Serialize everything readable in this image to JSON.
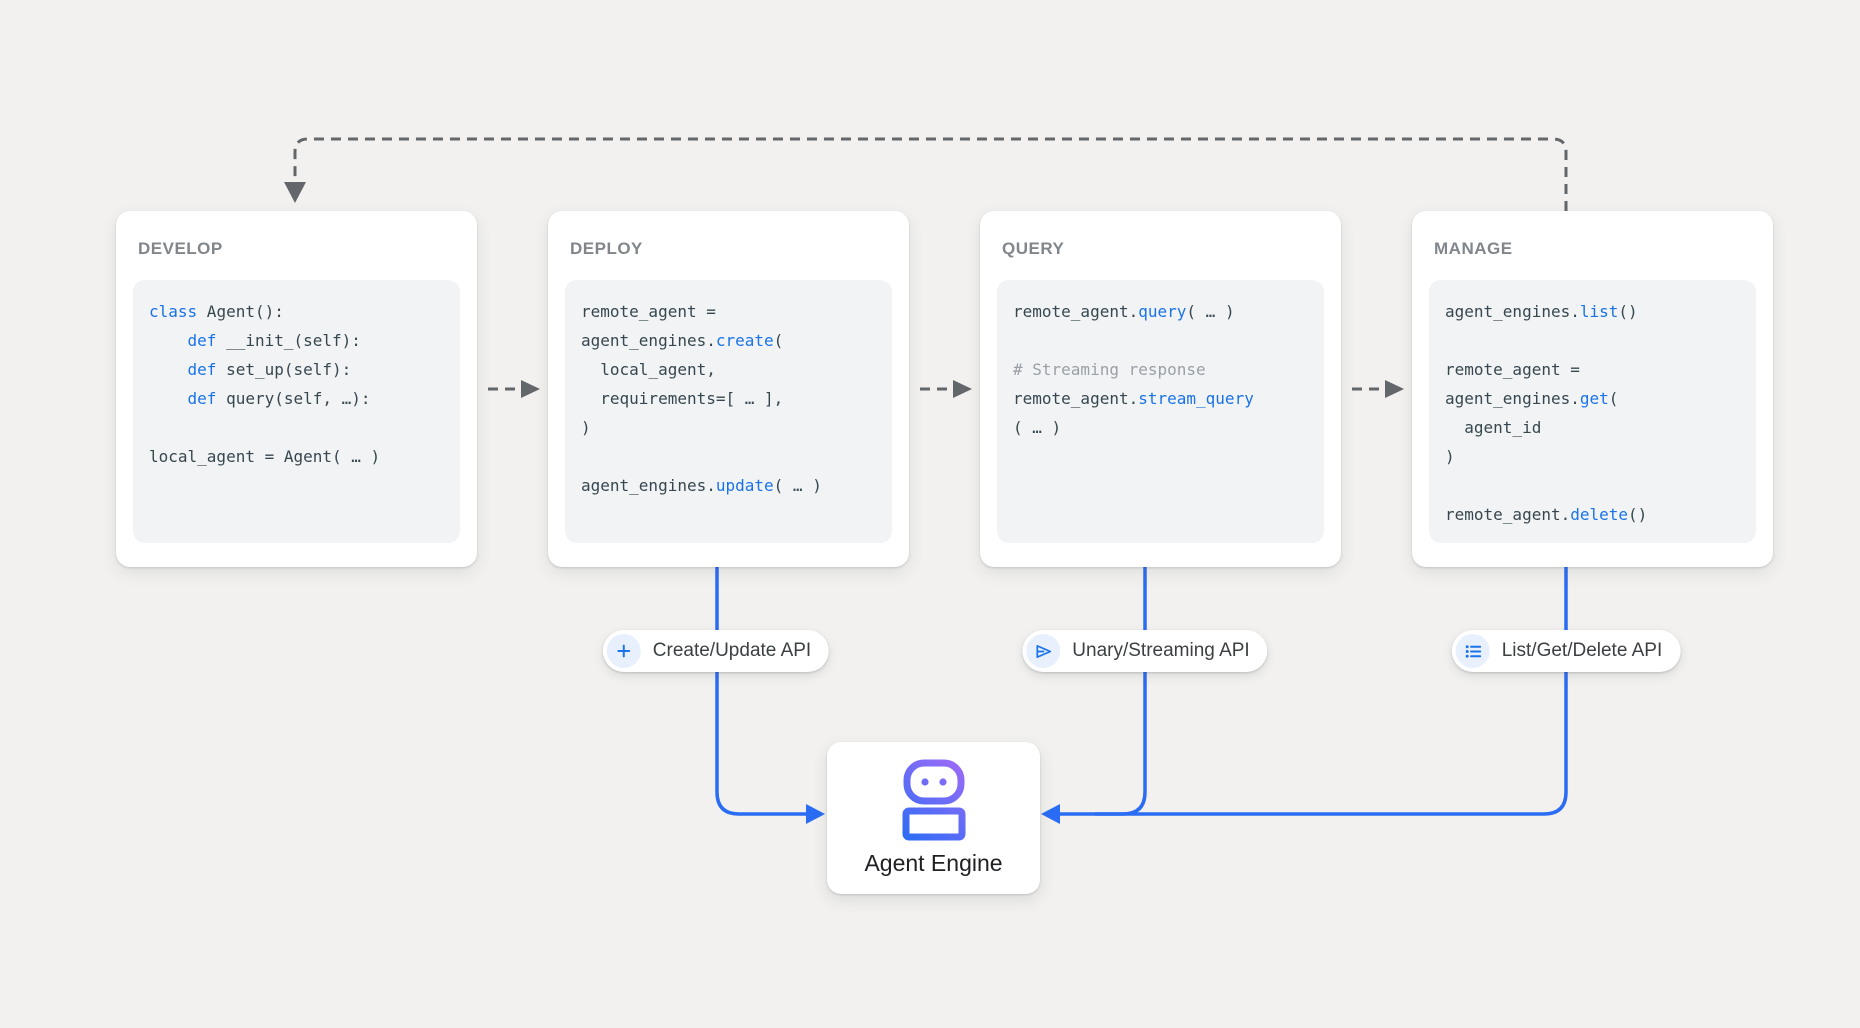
{
  "theme": {
    "background": "#f2f1ef",
    "card_bg": "#ffffff",
    "code_bg": "#f1f3f4",
    "title_color": "#80868b",
    "code_color": "#37474f",
    "keyword_color": "#1a73e8",
    "comment_color": "#9aa0a6",
    "connector_gray": "#63666a",
    "connector_blue": "#2a6df4",
    "pill_icon_bg": "#e8f0fe",
    "label_color": "#3c4043",
    "engine_label_color": "#202124",
    "robot_gradient_top": "#a26bf8",
    "robot_gradient_bottom": "#2a6df4"
  },
  "cards": [
    {
      "title": "DEVELOP",
      "code": [
        [
          {
            "c": "kw",
            "t": "class"
          },
          {
            "c": "tx",
            "t": " Agent():"
          }
        ],
        [
          {
            "c": "tx",
            "t": "    "
          },
          {
            "c": "kw",
            "t": "def"
          },
          {
            "c": "tx",
            "t": " __init_(self):"
          }
        ],
        [
          {
            "c": "tx",
            "t": "    "
          },
          {
            "c": "kw",
            "t": "def"
          },
          {
            "c": "tx",
            "t": " set_up(self):"
          }
        ],
        [
          {
            "c": "tx",
            "t": "    "
          },
          {
            "c": "kw",
            "t": "def"
          },
          {
            "c": "tx",
            "t": " query(self, …):"
          }
        ],
        [],
        [
          {
            "c": "tx",
            "t": "local_agent = Agent( … )"
          }
        ]
      ]
    },
    {
      "title": "DEPLOY",
      "code": [
        [
          {
            "c": "tx",
            "t": "remote_agent ="
          }
        ],
        [
          {
            "c": "tx",
            "t": "agent_engines."
          },
          {
            "c": "kw",
            "t": "create"
          },
          {
            "c": "tx",
            "t": "("
          }
        ],
        [
          {
            "c": "tx",
            "t": "  local_agent,"
          }
        ],
        [
          {
            "c": "tx",
            "t": "  requirements=[ … ],"
          }
        ],
        [
          {
            "c": "tx",
            "t": ")"
          }
        ],
        [],
        [
          {
            "c": "tx",
            "t": "agent_engines."
          },
          {
            "c": "kw",
            "t": "update"
          },
          {
            "c": "tx",
            "t": "( … )"
          }
        ]
      ]
    },
    {
      "title": "QUERY",
      "code": [
        [
          {
            "c": "tx",
            "t": "remote_agent."
          },
          {
            "c": "kw",
            "t": "query"
          },
          {
            "c": "tx",
            "t": "( … )"
          }
        ],
        [],
        [
          {
            "c": "cm",
            "t": "# Streaming response"
          }
        ],
        [
          {
            "c": "tx",
            "t": "remote_agent."
          },
          {
            "c": "kw",
            "t": "stream_query"
          }
        ],
        [
          {
            "c": "tx",
            "t": "( … )"
          }
        ]
      ]
    },
    {
      "title": "MANAGE",
      "code": [
        [
          {
            "c": "tx",
            "t": "agent_engines."
          },
          {
            "c": "kw",
            "t": "list"
          },
          {
            "c": "tx",
            "t": "()"
          }
        ],
        [],
        [
          {
            "c": "tx",
            "t": "remote_agent ="
          }
        ],
        [
          {
            "c": "tx",
            "t": "agent_engines."
          },
          {
            "c": "kw",
            "t": "get"
          },
          {
            "c": "tx",
            "t": "("
          }
        ],
        [
          {
            "c": "tx",
            "t": "  agent_id"
          }
        ],
        [
          {
            "c": "tx",
            "t": ")"
          }
        ],
        [],
        [
          {
            "c": "tx",
            "t": "remote_agent."
          },
          {
            "c": "kw",
            "t": "delete"
          },
          {
            "c": "tx",
            "t": "()"
          }
        ]
      ]
    }
  ],
  "api_badges": [
    {
      "icon": "plus-icon",
      "label": "Create/Update API"
    },
    {
      "icon": "send-icon",
      "label": "Unary/Streaming API"
    },
    {
      "icon": "list-icon",
      "label": "List/Get/Delete API"
    }
  ],
  "engine": {
    "icon": "robot-icon",
    "label": "Agent Engine"
  }
}
